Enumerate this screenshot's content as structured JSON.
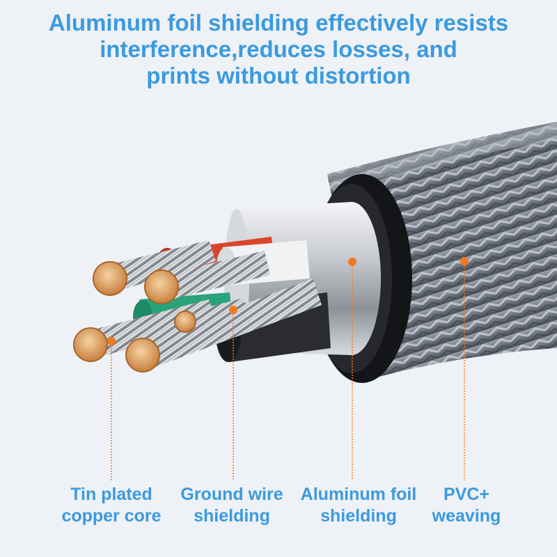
{
  "headline": {
    "line1": "Aluminum foil shielding effectively resists",
    "line2": "interference,reduces losses, and",
    "line3": "prints without distortion"
  },
  "callouts": [
    {
      "line1": "Tin plated",
      "line2": "copper core"
    },
    {
      "line1": "Ground wire",
      "line2": "shielding"
    },
    {
      "line1": "Aluminum foil",
      "line2": "shielding"
    },
    {
      "line1": "PVC+",
      "line2": "weaving"
    }
  ],
  "colors": {
    "text_blue": "#3a9ae0",
    "marker_orange": "#f07a22",
    "background": "#eef1f5",
    "copper": "#e0a060",
    "red_insulation": "#d9452b",
    "green_insulation": "#2aa37a"
  }
}
